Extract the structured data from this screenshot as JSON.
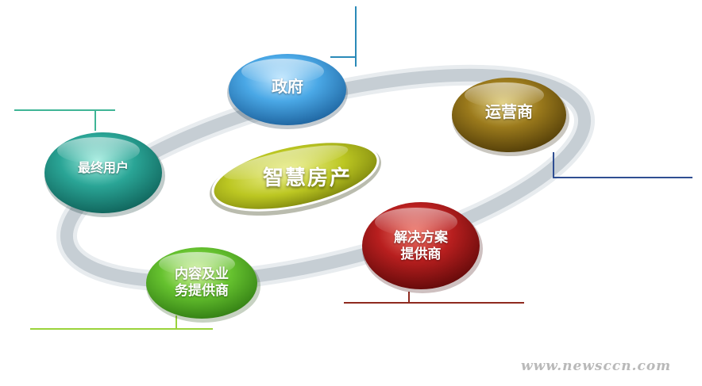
{
  "diagram": {
    "center": {
      "label": "智慧房产"
    },
    "nodes": [
      {
        "id": "government",
        "label": "政府",
        "color": "#3f9bd8"
      },
      {
        "id": "operator",
        "label": "运营商",
        "color": "#8a6a12"
      },
      {
        "id": "solution-provider",
        "label": "解决方案\n提供商",
        "color": "#9c1616"
      },
      {
        "id": "content-provider",
        "label": "内容及业\n务提供商",
        "color": "#5dbb2c"
      },
      {
        "id": "end-user",
        "label": "最终用户",
        "color": "#2aa596"
      }
    ],
    "watermark": "www.newsccn.com",
    "colors": {
      "ring": "#c9d0d5",
      "center": "#b7c21e",
      "government_line": "#2a8ab8",
      "operator_line": "#2f4e92",
      "solution_line": "#8f2a1f",
      "content_line": "#9ad33b",
      "enduser_line": "#3fb596"
    }
  }
}
